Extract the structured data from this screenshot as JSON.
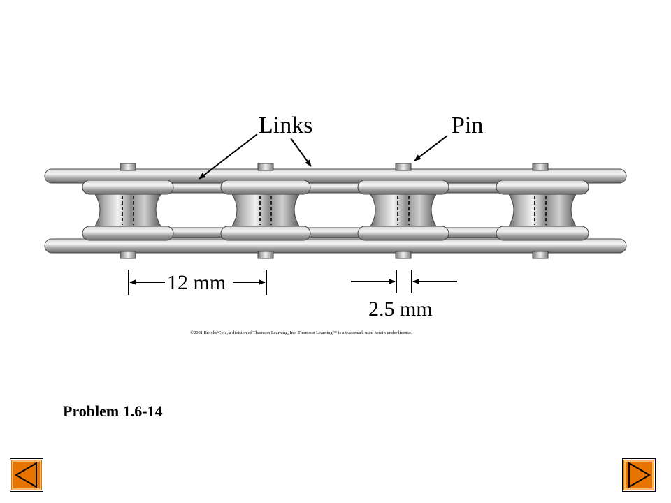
{
  "diagram": {
    "label_links": "Links",
    "label_pin": "Pin",
    "dim_pitch": "12 mm",
    "dim_pin": "2.5 mm",
    "copyright": "©2001 Brooks/Cole, a division of Thomson Learning, Inc.  Thomson Learning™ is a trademark used herein under license."
  },
  "slide": {
    "problem_title": "Problem 1.6-14"
  },
  "navigation": {
    "prev_icon": "left-triangle-icon",
    "next_icon": "right-triangle-icon"
  },
  "colors": {
    "button_fill": "#e87400",
    "button_border": "#000000",
    "link_metal": "#9a9a9a"
  }
}
